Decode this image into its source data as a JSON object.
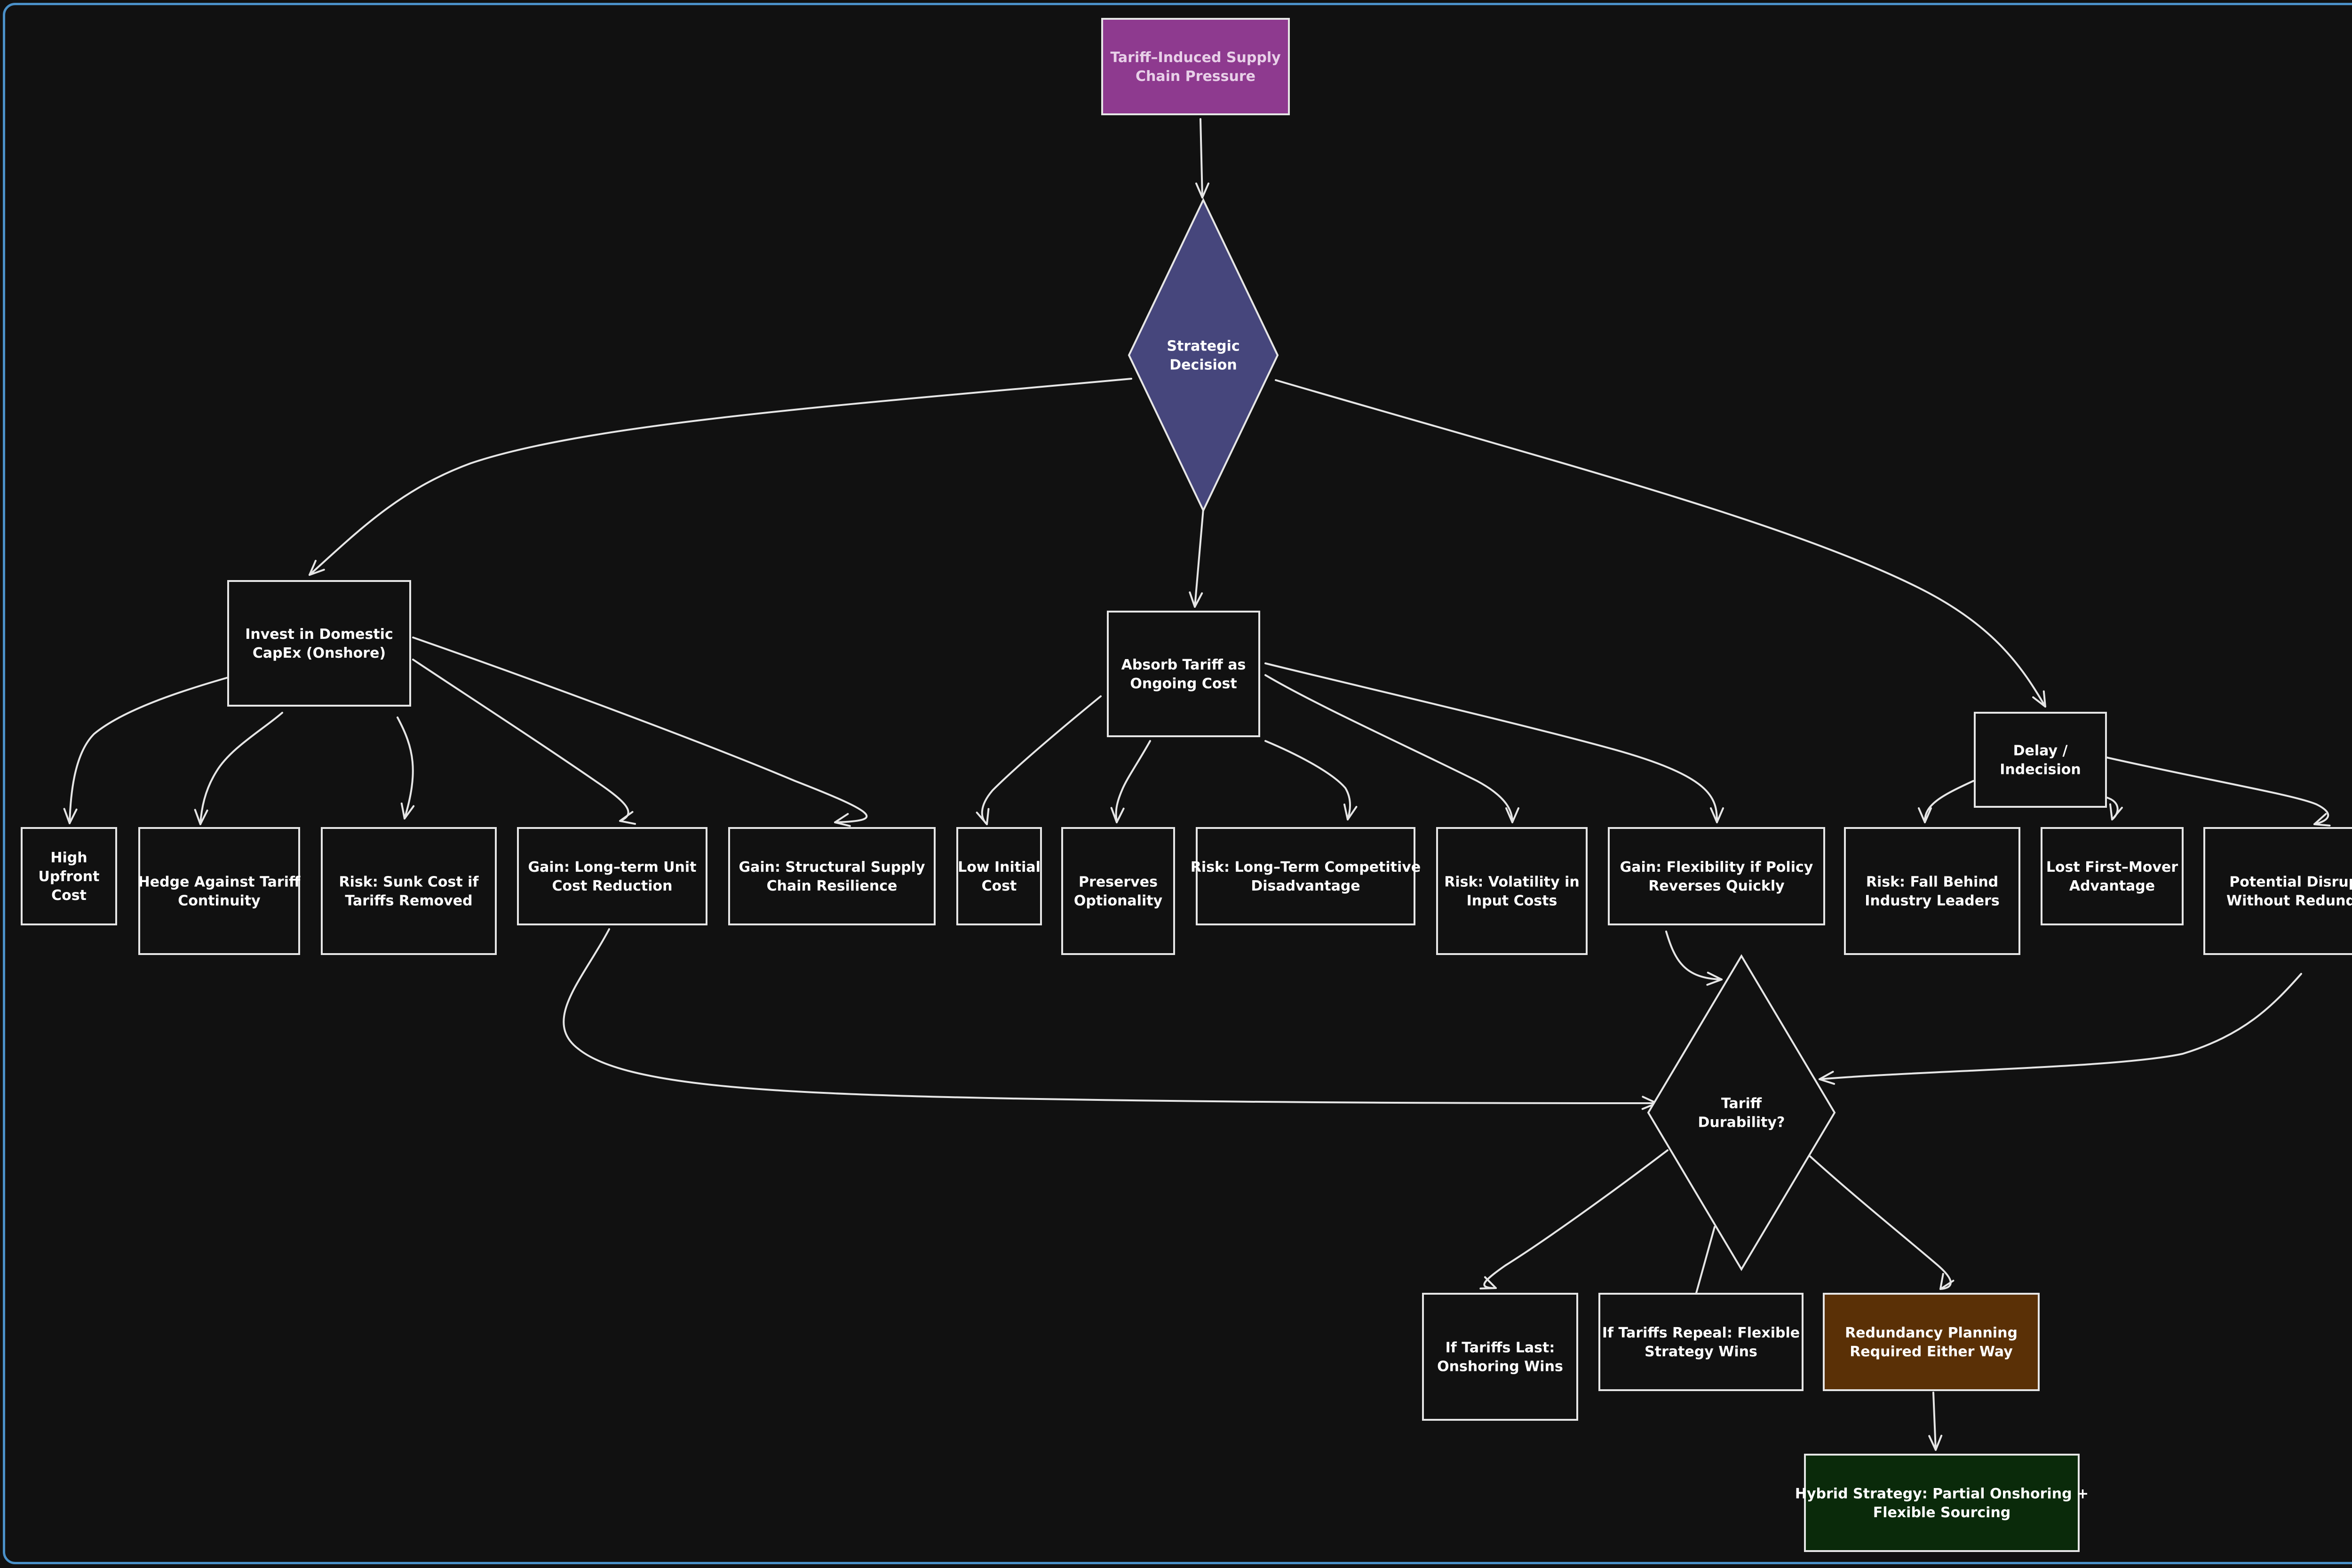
{
  "colors": {
    "background": "#111111",
    "frame": "#4a90c8",
    "stroke": "#e6e6e6",
    "text": "#ffffff",
    "root_fill": "#8e3a8f",
    "root_text": "#e8d0e8",
    "decision_fill": "#46467c",
    "redundancy_fill": "#5a3006",
    "hybrid_fill": "#0a2a0a"
  },
  "nodes": [
    {
      "id": "root",
      "name": "root-node",
      "shape": "rect",
      "fill": "#8e3a8f",
      "textColor": "#e8d0e8",
      "lines": [
        "Tariff–Induced Supply",
        "Chain Pressure"
      ]
    },
    {
      "id": "decision",
      "name": "strategic-decision-node",
      "shape": "diamond",
      "fill": "#46467c",
      "lines": [
        "Strategic",
        "Decision"
      ]
    },
    {
      "id": "invest",
      "name": "invest-domestic-node",
      "shape": "rect",
      "lines": [
        "Invest in Domestic",
        "CapEx (Onshore)"
      ]
    },
    {
      "id": "absorb",
      "name": "absorb-tariff-node",
      "shape": "rect",
      "lines": [
        "Absorb Tariff as",
        "Ongoing Cost"
      ]
    },
    {
      "id": "delay",
      "name": "delay-indecision-node",
      "shape": "rect",
      "lines": [
        "Delay /",
        "Indecision"
      ]
    },
    {
      "id": "high_upfront",
      "name": "high-upfront-cost-node",
      "shape": "rect",
      "lines": [
        "High",
        "Upfront",
        "Cost"
      ]
    },
    {
      "id": "hedge",
      "name": "hedge-tariff-continuity-node",
      "shape": "rect",
      "lines": [
        "Hedge Against Tariff",
        "Continuity"
      ]
    },
    {
      "id": "sunk",
      "name": "risk-sunk-cost-node",
      "shape": "rect",
      "lines": [
        "Risk: Sunk Cost if",
        "Tariffs Removed"
      ]
    },
    {
      "id": "unit_cost",
      "name": "gain-unit-cost-node",
      "shape": "rect",
      "lines": [
        "Gain: Long–term Unit",
        "Cost Reduction"
      ]
    },
    {
      "id": "resilience",
      "name": "gain-supply-resilience-node",
      "shape": "rect",
      "lines": [
        "Gain: Structural Supply",
        "Chain Resilience"
      ]
    },
    {
      "id": "low_initial",
      "name": "low-initial-cost-node",
      "shape": "rect",
      "lines": [
        "Low Initial",
        "Cost"
      ]
    },
    {
      "id": "optionality",
      "name": "preserves-optionality-node",
      "shape": "rect",
      "lines": [
        "Preserves",
        "Optionality"
      ]
    },
    {
      "id": "competitive",
      "name": "risk-competitive-disadvantage-node",
      "shape": "rect",
      "lines": [
        "Risk: Long–Term Competitive",
        "Disadvantage"
      ]
    },
    {
      "id": "volatility",
      "name": "risk-input-volatility-node",
      "shape": "rect",
      "lines": [
        "Risk: Volatility in",
        "Input Costs"
      ]
    },
    {
      "id": "flexibility",
      "name": "gain-policy-flexibility-node",
      "shape": "rect",
      "lines": [
        "Gain: Flexibility if Policy",
        "Reverses Quickly"
      ]
    },
    {
      "id": "fall_behind",
      "name": "risk-fall-behind-node",
      "shape": "rect",
      "lines": [
        "Risk: Fall Behind",
        "Industry Leaders"
      ]
    },
    {
      "id": "first_mover",
      "name": "lost-first-mover-node",
      "shape": "rect",
      "lines": [
        "Lost First–Mover",
        "Advantage"
      ]
    },
    {
      "id": "disruption",
      "name": "potential-disruption-node",
      "shape": "rect",
      "lines": [
        "Potential Disruption",
        "Without Redundancy"
      ]
    },
    {
      "id": "durability",
      "name": "tariff-durability-node",
      "shape": "diamond",
      "lines": [
        "Tariff",
        "Durability?"
      ]
    },
    {
      "id": "tariffs_last",
      "name": "tariffs-last-node",
      "shape": "rect",
      "lines": [
        "If Tariffs Last:",
        "Onshoring Wins"
      ]
    },
    {
      "id": "tariffs_repeal",
      "name": "tariffs-repeal-node",
      "shape": "rect",
      "lines": [
        "If Tariffs Repeal: Flexible",
        "Strategy Wins"
      ]
    },
    {
      "id": "redundancy",
      "name": "redundancy-planning-node",
      "shape": "rect",
      "fill": "#5a3006",
      "lines": [
        "Redundancy Planning",
        "Required Either Way"
      ]
    },
    {
      "id": "hybrid",
      "name": "hybrid-strategy-node",
      "shape": "rect",
      "fill": "#0a2a0a",
      "lines": [
        "Hybrid Strategy: Partial Onshoring +",
        "Flexible Sourcing"
      ]
    }
  ],
  "edges": [
    {
      "from": "root",
      "to": "decision",
      "arrow": true
    },
    {
      "from": "decision",
      "to": "invest",
      "arrow": true
    },
    {
      "from": "decision",
      "to": "absorb",
      "arrow": true
    },
    {
      "from": "decision",
      "to": "delay",
      "arrow": true
    },
    {
      "from": "invest",
      "to": "high_upfront",
      "arrow": true
    },
    {
      "from": "invest",
      "to": "hedge",
      "arrow": true
    },
    {
      "from": "invest",
      "to": "sunk",
      "arrow": true
    },
    {
      "from": "invest",
      "to": "unit_cost",
      "arrow": true
    },
    {
      "from": "invest",
      "to": "resilience",
      "arrow": true
    },
    {
      "from": "absorb",
      "to": "low_initial",
      "arrow": true
    },
    {
      "from": "absorb",
      "to": "optionality",
      "arrow": true
    },
    {
      "from": "absorb",
      "to": "competitive",
      "arrow": true
    },
    {
      "from": "absorb",
      "to": "volatility",
      "arrow": true
    },
    {
      "from": "absorb",
      "to": "flexibility",
      "arrow": true
    },
    {
      "from": "delay",
      "to": "fall_behind",
      "arrow": true
    },
    {
      "from": "delay",
      "to": "first_mover",
      "arrow": true
    },
    {
      "from": "delay",
      "to": "disruption",
      "arrow": true
    },
    {
      "from": "unit_cost",
      "to": "durability",
      "arrow": true
    },
    {
      "from": "flexibility",
      "to": "durability",
      "arrow": true
    },
    {
      "from": "disruption",
      "to": "durability",
      "arrow": true
    },
    {
      "from": "durability",
      "to": "tariffs_last",
      "arrow": true
    },
    {
      "from": "durability",
      "to": "tariffs_repeal",
      "arrow": false
    },
    {
      "from": "durability",
      "to": "redundancy",
      "arrow": true
    },
    {
      "from": "redundancy",
      "to": "hybrid",
      "arrow": true
    }
  ]
}
